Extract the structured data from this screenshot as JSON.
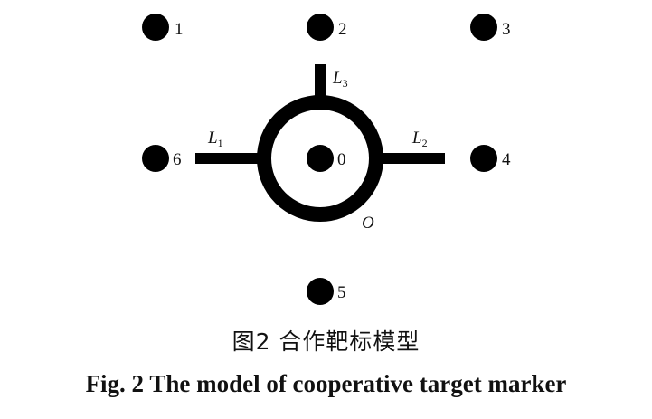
{
  "points": [
    {
      "id": "1",
      "label": "1"
    },
    {
      "id": "2",
      "label": "2"
    },
    {
      "id": "3",
      "label": "3"
    },
    {
      "id": "6",
      "label": "6"
    },
    {
      "id": "0",
      "label": "0"
    },
    {
      "id": "4",
      "label": "4"
    },
    {
      "id": "5",
      "label": "5"
    }
  ],
  "lines": {
    "L1": {
      "letter": "L",
      "sub": "1"
    },
    "L2": {
      "letter": "L",
      "sub": "2"
    },
    "L3": {
      "letter": "L",
      "sub": "3"
    }
  },
  "ring_label": "O",
  "caption": {
    "cn": "图2  合作靶标模型",
    "en": "Fig. 2  The model of cooperative target marker"
  },
  "colors": {
    "ink": "#000000",
    "background": "#ffffff"
  }
}
